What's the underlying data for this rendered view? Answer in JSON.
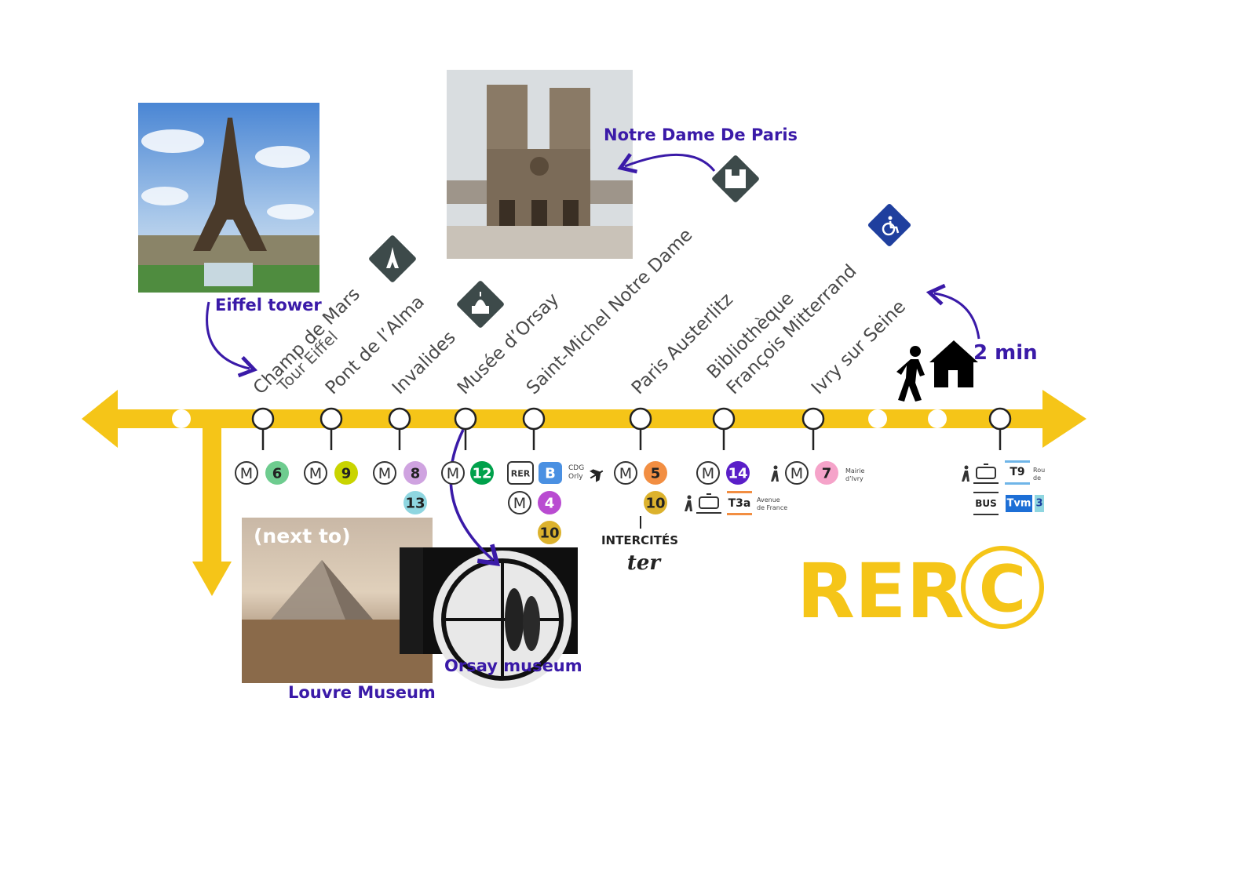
{
  "line": {
    "name": "RER",
    "letter": "C",
    "color": "#f5c518"
  },
  "stations": [
    {
      "name": "Champ de Mars",
      "sub": "Tour Eiffel"
    },
    {
      "name": "Pont de l’Alma"
    },
    {
      "name": "Invalides"
    },
    {
      "name": "Musée d’Orsay"
    },
    {
      "name": "Saint-Michel Notre Dame"
    },
    {
      "name": "Paris Austerlitz"
    },
    {
      "name": "Bibliothèque",
      "name2": "François Mitterrand"
    },
    {
      "name": "Ivry sur Seine"
    }
  ],
  "connections": {
    "champ_metro": "6",
    "alma_metro": "9",
    "invalides_metro": [
      "8",
      "13"
    ],
    "orsay_metro": "12",
    "stmichel_rer": "RER",
    "stmichel_rer_line": "B",
    "stmichel_airports": [
      "CDG",
      "Orly"
    ],
    "stmichel_metro": [
      "4",
      "10"
    ],
    "austerlitz_metro": [
      "5",
      "10"
    ],
    "austerlitz_rail": [
      "INTERCITÉS",
      "ter"
    ],
    "bfm_metro": "14",
    "bfm_tram": "T3a",
    "bfm_tram_stop": [
      "Avenue",
      "de France"
    ],
    "ivry_metro": "7",
    "ivry_metro_stop": [
      "Mairie",
      "d’Ivry"
    ],
    "last_tram": "T9",
    "last_tram_stop": [
      "Rou",
      "de"
    ],
    "last_bus": "BUS",
    "last_tvm": "Tvm",
    "last_bus_num": "3"
  },
  "metro_letter": "M",
  "metro_colors": {
    "6": "#6ecc8f",
    "9": "#c9d400",
    "8": "#cfa3e0",
    "13": "#8fd6e0",
    "12": "#00a14b",
    "4": "#b94bd1",
    "10": "#dcb22d",
    "5": "#f28e42",
    "14": "#5a1ec8",
    "7": "#f5a3c9"
  },
  "pois": {
    "eiffel": "Eiffel tower",
    "notredame": "Notre Dame De Paris",
    "louvre": "Louvre Museum",
    "louvre_note": "(next to)",
    "orsay": "Orsay museum"
  },
  "walk": "2 min",
  "icons": [
    "eiffel-tower-icon",
    "invalides-monument-icon",
    "notre-dame-icon",
    "accessibility-icon",
    "pedestrian-icon",
    "house-icon",
    "airplane-icon",
    "tram-icon"
  ]
}
